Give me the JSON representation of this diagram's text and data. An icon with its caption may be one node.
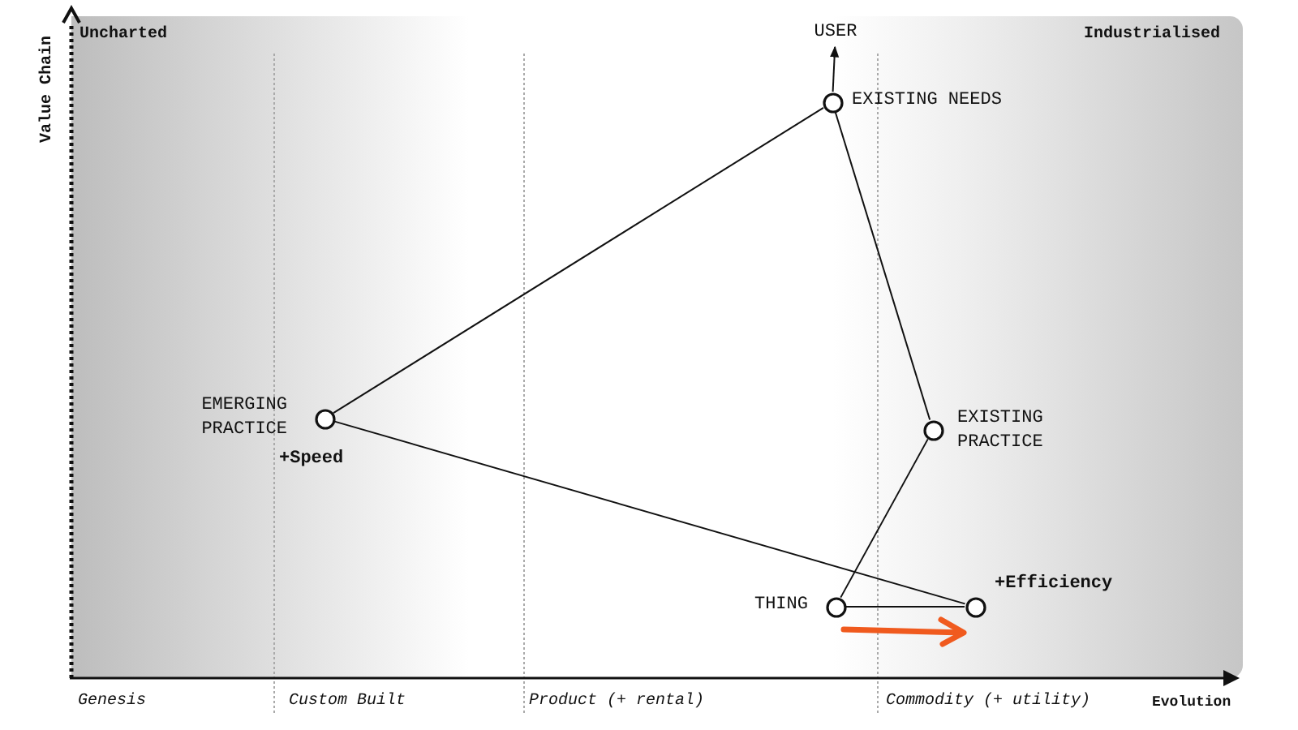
{
  "diagram": {
    "nodes": [
      {
        "text": [
          "USER"
        ]
      },
      {
        "text": [
          "EXISTING NEEDS"
        ]
      },
      {
        "text": [
          "EMERGING PRACTICE"
        ],
        "beside": [
          "+Speed"
        ]
      },
      {
        "text": [
          "EXISTING PRACTICE"
        ]
      },
      {
        "text": [
          "THING"
        ]
      },
      {
        "text": [
          "+Efficiency"
        ]
      }
    ],
    "edges": [
      {
        "from": 1,
        "to": 0,
        "arrow": "to"
      },
      {
        "from": 1,
        "to": 2,
        "arrow": "none"
      },
      {
        "from": 1,
        "to": 3,
        "arrow": "none"
      },
      {
        "from": 2,
        "to": 5,
        "arrow": "none"
      },
      {
        "from": 3,
        "to": 4,
        "arrow": "none"
      },
      {
        "from": 4,
        "to": 5,
        "arrow": "none"
      }
    ],
    "labels": [
      "Value Chain",
      "Uncharted",
      "Industrialised",
      "Genesis",
      "Custom Built",
      "Product (+ rental)",
      "Commodity (+ utility)",
      "Evolution"
    ]
  }
}
